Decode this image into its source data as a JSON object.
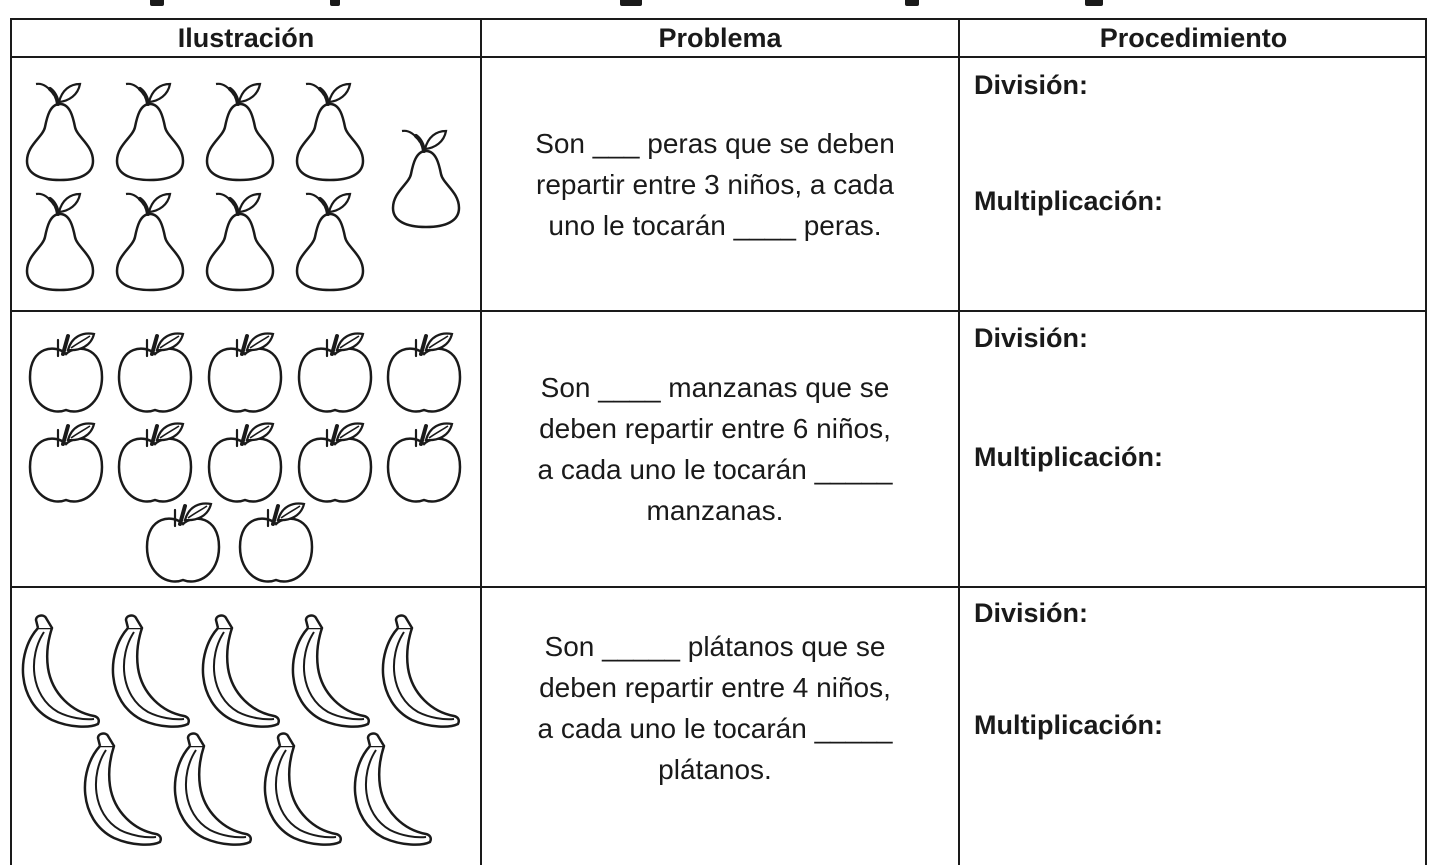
{
  "table": {
    "headers": [
      "Ilustración",
      "Problema",
      "Procedimiento"
    ],
    "rows": [
      {
        "fruit_icon": "pear-icon",
        "fruit_count": 9,
        "problem_lines": [
          "Son ___ peras que se deben",
          "repartir entre 3 niños, a cada",
          "uno le tocarán ____ peras."
        ],
        "division_label": "División:",
        "multiplication_label": "Multiplicación:"
      },
      {
        "fruit_icon": "apple-icon",
        "fruit_count": 12,
        "problem_lines": [
          "Son ____ manzanas que se",
          "deben repartir entre 6 niños,",
          "a cada uno le tocarán _____",
          "manzanas."
        ],
        "division_label": "División:",
        "multiplication_label": "Multiplicación:"
      },
      {
        "fruit_icon": "banana-icon",
        "fruit_count": 9,
        "problem_lines": [
          "Son _____ plátanos que se",
          "deben repartir entre 4 niños,",
          "a cada uno le tocarán _____",
          "plátanos."
        ],
        "division_label": "División:",
        "multiplication_label": "Multiplicación:"
      }
    ]
  }
}
